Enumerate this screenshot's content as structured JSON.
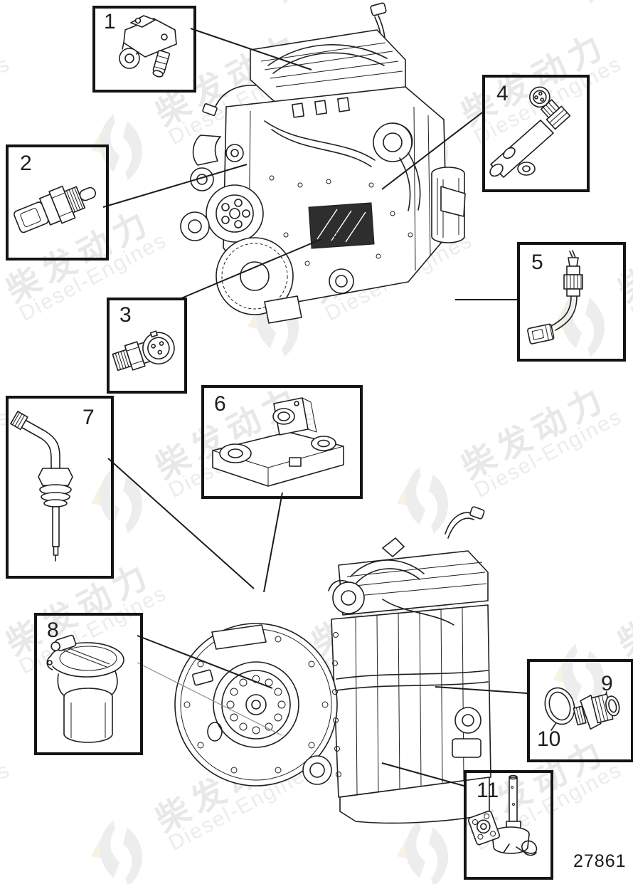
{
  "page": {
    "drawing_number": "27861",
    "background": "#ffffff"
  },
  "watermark": {
    "cn": "柴发动力",
    "en": "Diesel-Engines",
    "color_cn": "#e8e8e8",
    "color_en": "#ececec",
    "logo_gray": "#ededed",
    "logo_cream": "#f8f2e3"
  },
  "callouts": [
    {
      "label": "1",
      "part": "boost-pressure-sensor"
    },
    {
      "label": "2",
      "part": "coolant-temperature-sensor"
    },
    {
      "label": "3",
      "part": "oil-pressure-sensor"
    },
    {
      "label": "4",
      "part": "fuel-rail-pressure-sensor"
    },
    {
      "label": "5",
      "part": "sensor-with-cable-connector"
    },
    {
      "label": "6",
      "part": "bracket-mounted-sensor"
    },
    {
      "label": "7",
      "part": "exhaust-temperature-sensor"
    },
    {
      "label": "8",
      "part": "breather-filter-assembly"
    },
    {
      "label": "9",
      "part": "threaded-plug-fitting"
    },
    {
      "label": "10",
      "part": "sealing-ring"
    },
    {
      "label": "11",
      "part": "drain-valve"
    }
  ],
  "figures": {
    "top": "engine-front-right-view",
    "bottom": "engine-flywheel-side-view"
  }
}
